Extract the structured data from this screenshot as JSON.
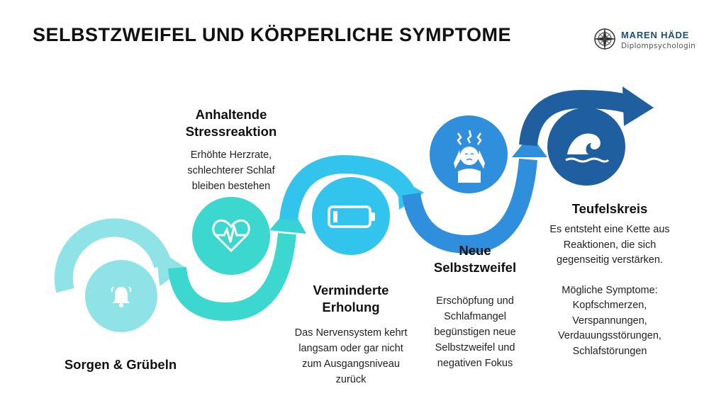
{
  "title": "SELBSTZWEIFEL UND KÖRPERLICHE SYMPTOME",
  "logo": {
    "name": "MAREN HÄDE",
    "subtitle": "Diplompsychologin"
  },
  "steps": [
    {
      "heading": "Sorgen & Grübeln",
      "icon": "bell-icon",
      "color": "#8fe3e6"
    },
    {
      "heading_line1": "Anhaltende",
      "heading_line2": "Stressreaktion",
      "desc_lines": [
        "Erhöhte Herzrate,",
        "schlechterer Schlaf",
        "bleiben bestehen"
      ],
      "icon": "heartbeat-icon",
      "color": "#3cd8cf"
    },
    {
      "heading_line1": "Verminderte",
      "heading_line2": "Erholung",
      "desc_lines": [
        "Das Nervensystem kehrt",
        "langsam oder gar nicht",
        "zum Ausgangsniveau",
        "zurück"
      ],
      "icon": "low-battery-icon",
      "color": "#33c4ee"
    },
    {
      "heading_line1": "Neue",
      "heading_line2": "Selbstzweifel",
      "desc_lines": [
        "Erschöpfung und",
        "Schlafmangel",
        "begünstigen neue",
        "Selbstzweifel und",
        "negativen Fokus"
      ],
      "icon": "stressed-person-icon",
      "color": "#2f8fdc"
    },
    {
      "heading": "Teufelskreis",
      "desc_lines": [
        "Es entsteht eine Kette aus",
        "Reaktionen, die sich",
        "gegenseitig verstärken.",
        "",
        "Mögliche Symptome:",
        "Kopfschmerzen,",
        "Verspannungen,",
        "Verdauungsstörungen,",
        "Schlafstörungen"
      ],
      "icon": "wave-icon",
      "color": "#1f5fa0"
    }
  ]
}
